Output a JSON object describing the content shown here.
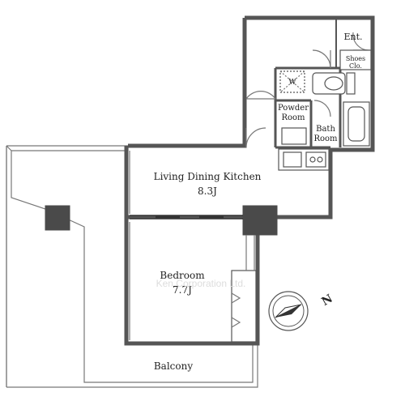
{
  "rooms": {
    "ldk": {
      "name": "Living Dining Kitchen",
      "size": "8.3J"
    },
    "bedroom": {
      "name": "Bedroom",
      "size": "7.7J"
    },
    "entrance": {
      "name": "Ent."
    },
    "shoes_closet": {
      "line1": "Shoes",
      "line2": "Clo."
    },
    "powder_room": {
      "line1": "Powder",
      "line2": "Room"
    },
    "bath_room": {
      "line1": "Bath",
      "line2": "Room"
    },
    "balcony": {
      "name": "Balcony"
    },
    "washer_mark": "W"
  },
  "watermark": "Ken Corporation Ltd.",
  "compass": {
    "label": "N"
  },
  "colors": {
    "wall": "#555555",
    "column": "#4a4a4a",
    "background": "#ffffff"
  }
}
